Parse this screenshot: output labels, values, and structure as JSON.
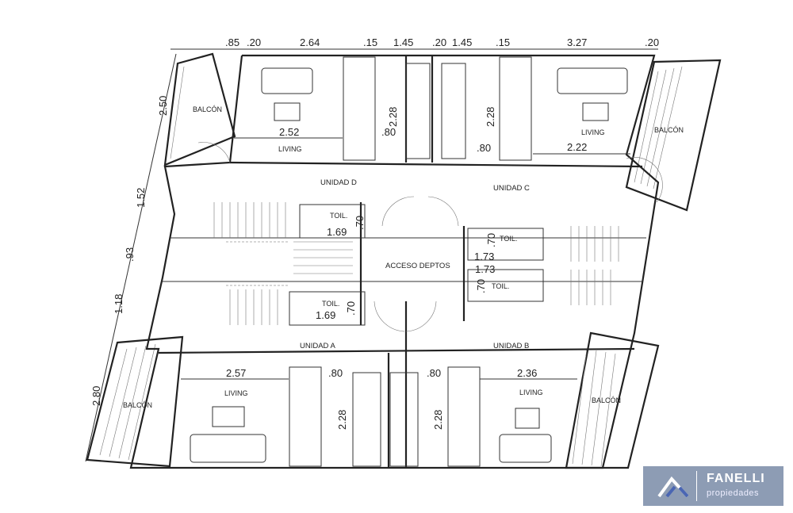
{
  "plan": {
    "top_dims": [
      ".85",
      ".20",
      "2.64",
      ".15",
      "1.45",
      ".20",
      "1.45",
      ".15",
      "3.27",
      ".20"
    ],
    "left_dims": [
      "2.50",
      "1.52",
      ".93",
      "1.18",
      "2.80"
    ],
    "balcony_label": "BALCÓN",
    "living_label": "LIVING",
    "toilet_label": "TOIL.",
    "access_label": "ACCESO DEPTOS",
    "units": {
      "d": {
        "name": "UNIDAD D",
        "living_w": "2.52",
        "kitchen_w": ".80",
        "kitchen_l": "2.28",
        "toil_w": "1.69",
        "toil_d": ".70"
      },
      "c": {
        "name": "UNIDAD C",
        "living_w": "2.22",
        "kitchen_w": ".80",
        "kitchen_l": "2.28",
        "toil_w": "1.73",
        "toil_d": ".70"
      },
      "a": {
        "name": "UNIDAD A",
        "living_w": "2.57",
        "kitchen_w": ".80",
        "kitchen_l": "2.28",
        "toil_w": "1.69",
        "toil_d": ".70"
      },
      "b": {
        "name": "UNIDAD B",
        "living_w": "2.36",
        "kitchen_w": ".80",
        "kitchen_l": "2.28",
        "toil_w": "1.73",
        "toil_d": ".70"
      }
    }
  },
  "logo": {
    "brand": "FANELLI",
    "subtitle": "propiedades",
    "color": "#8d9cb4"
  }
}
